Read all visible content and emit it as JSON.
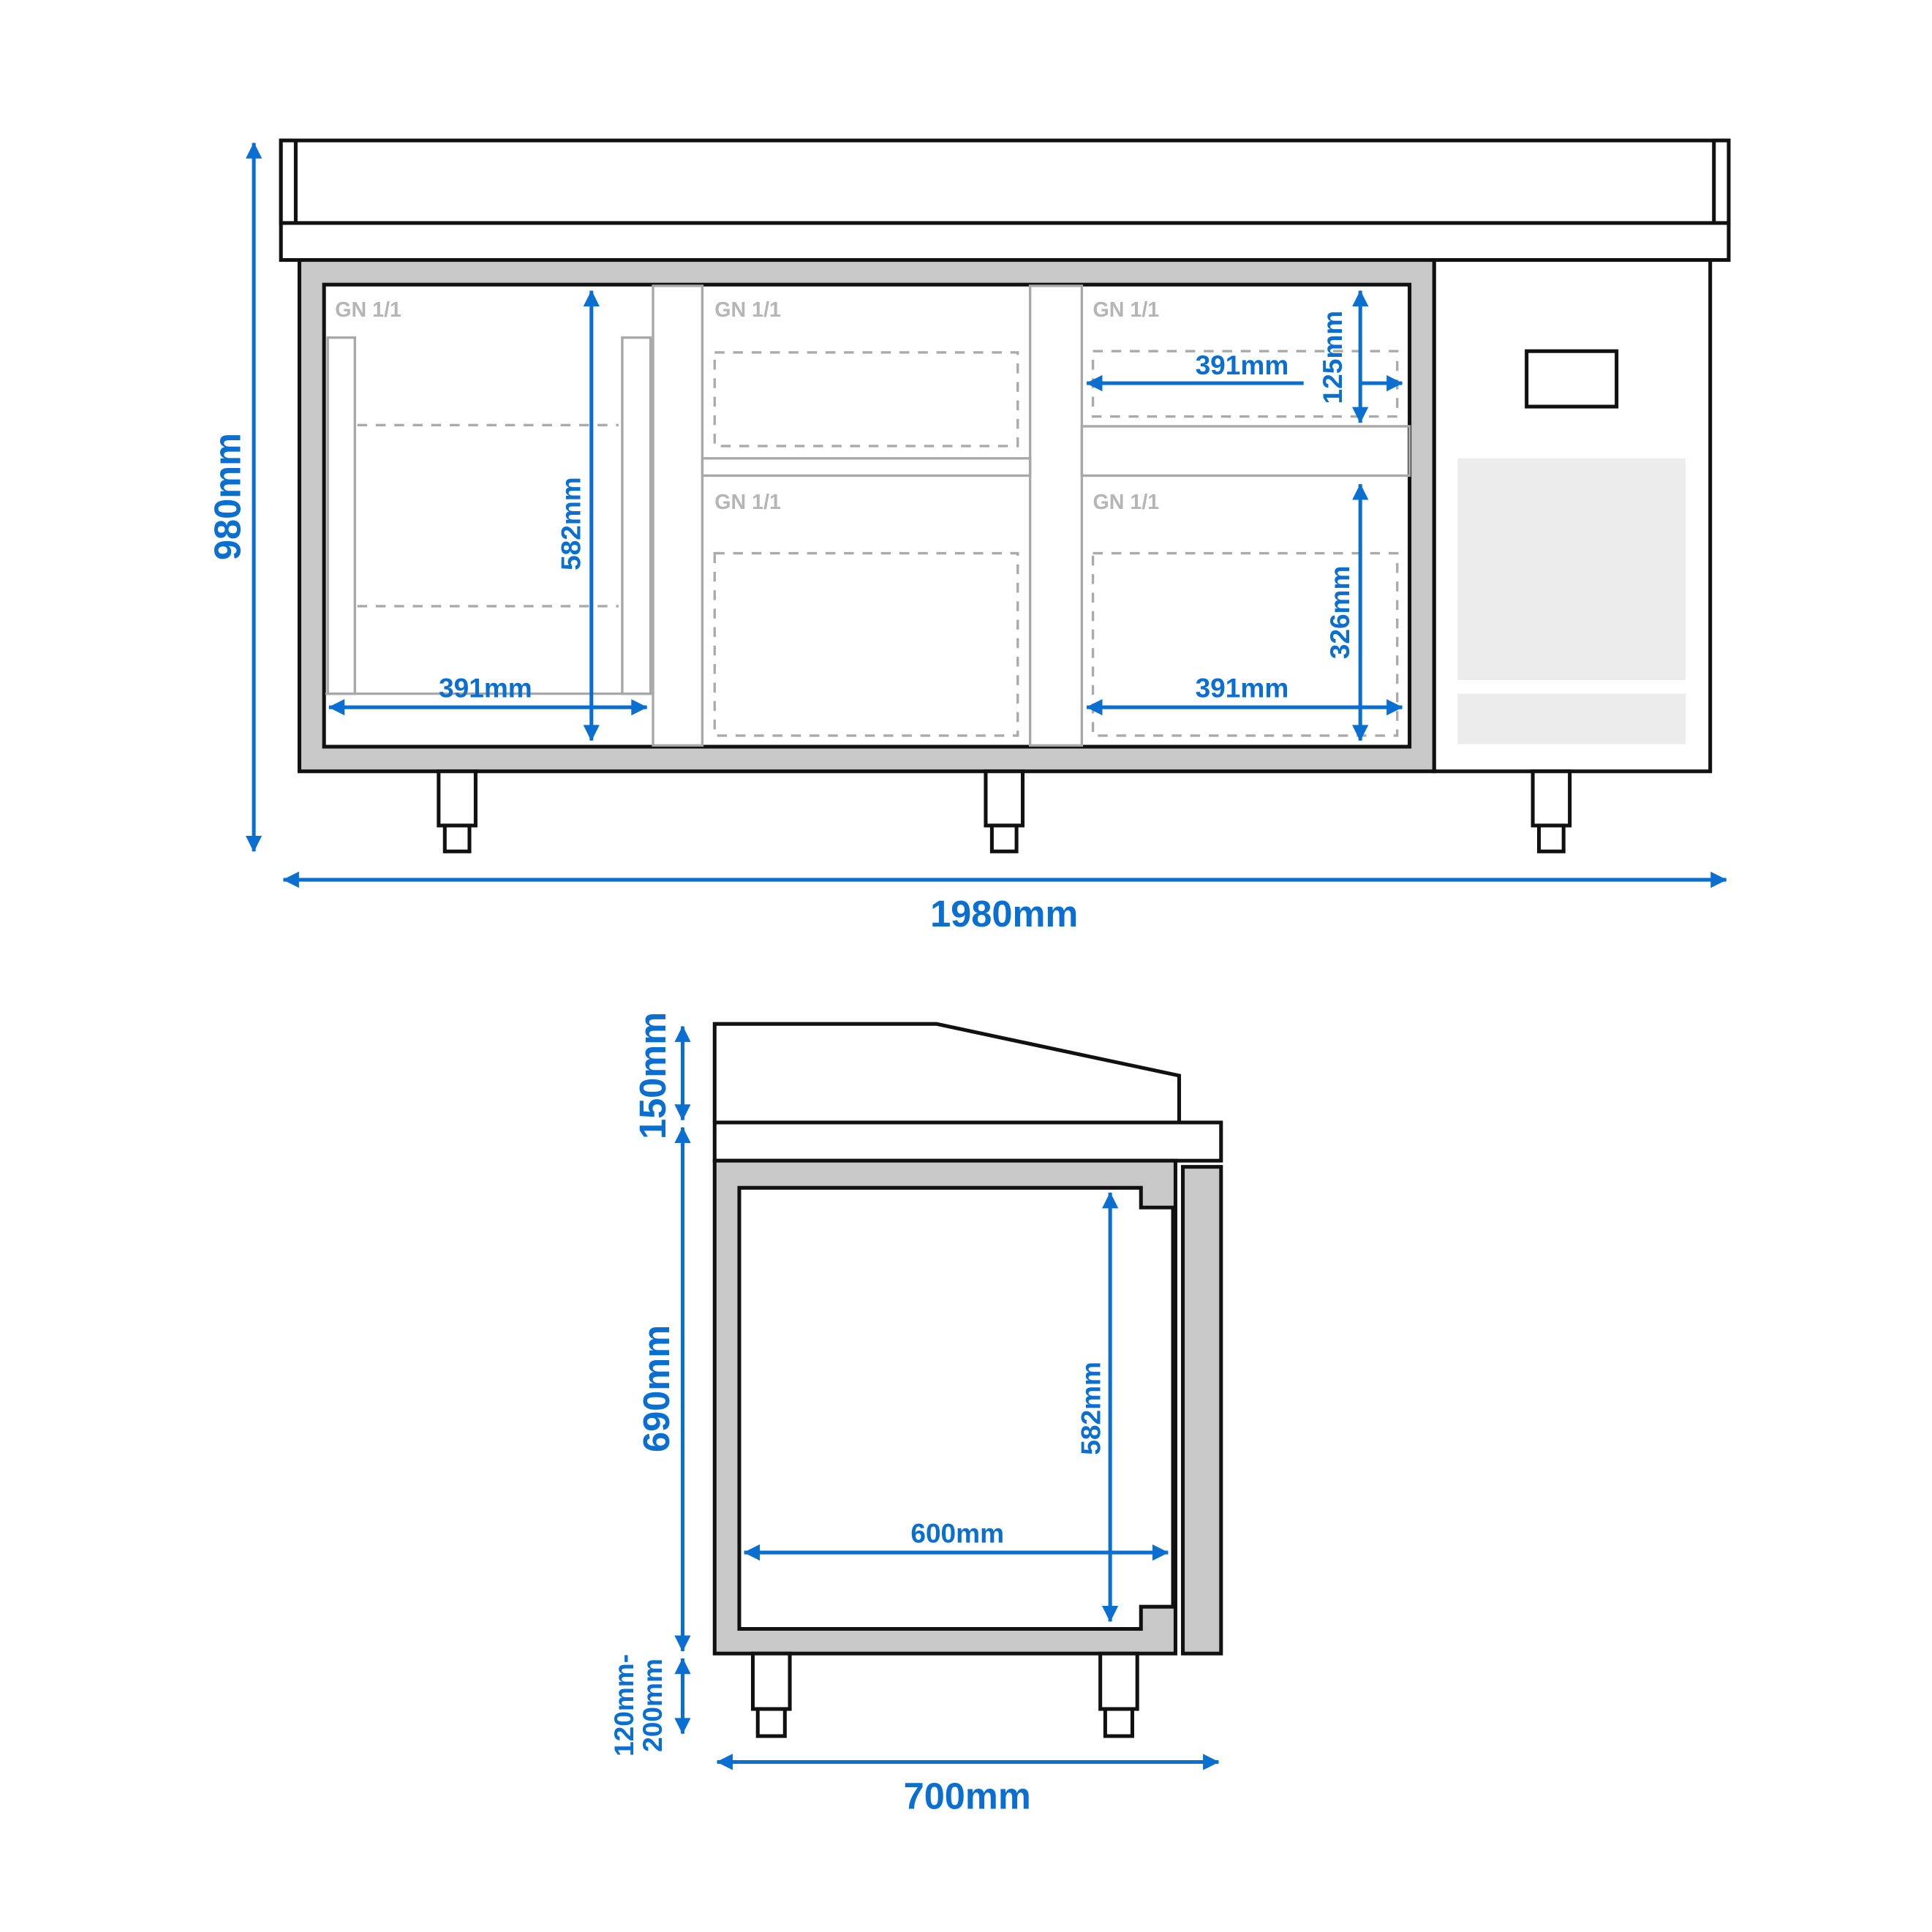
{
  "front_view": {
    "compartment_labels": [
      "GN 1/1",
      "GN 1/1",
      "GN 1/1",
      "GN 1/1",
      "GN 1/1"
    ],
    "dimensions": {
      "total_height": "980mm",
      "total_width": "1980mm",
      "inner_height": "582mm",
      "left_width": "391mm",
      "upper_right_width": "391mm",
      "upper_right_height": "125mm",
      "lower_right_height": "326mm",
      "lower_right_width": "391mm"
    }
  },
  "side_view": {
    "dimensions": {
      "top_height": "150mm",
      "body_height": "690mm",
      "leg_height_line1": "120mm-",
      "leg_height_line2": "200mm",
      "depth": "700mm",
      "inner_depth": "600mm",
      "inner_height": "582mm"
    }
  },
  "colors": {
    "dimension": "#0b6fd1",
    "frame": "#c8c8c8",
    "label": "#b5b5b5"
  }
}
